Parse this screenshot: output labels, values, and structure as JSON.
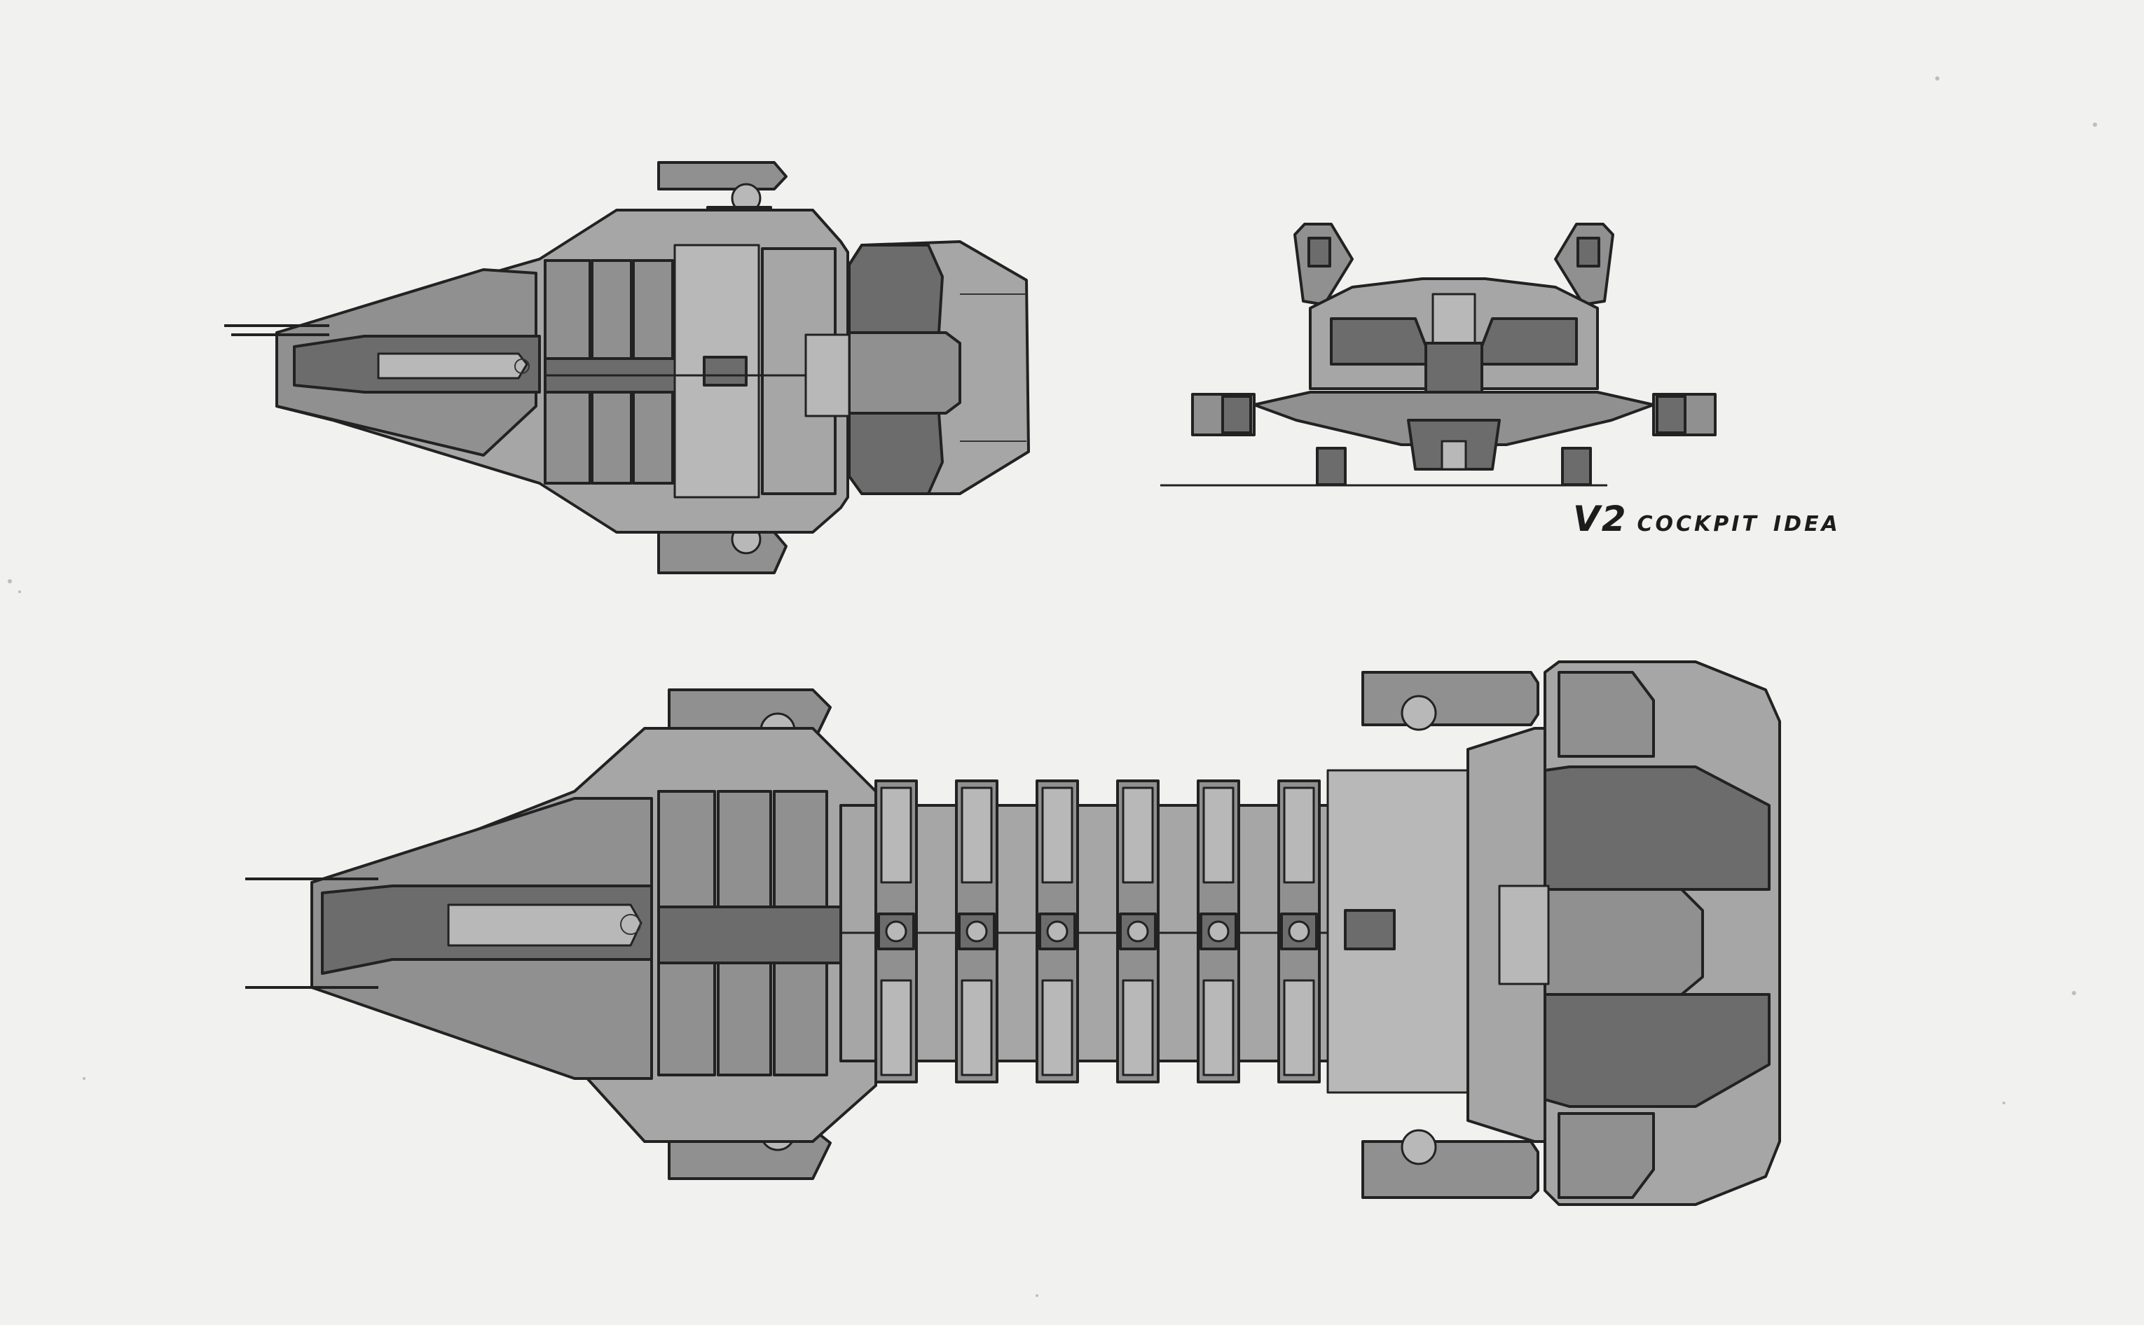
{
  "caption": {
    "version": "V2",
    "word1": "COCKPIT",
    "word2": "IDEA"
  },
  "colors": {
    "paper": "#f1f1ef",
    "line": "#222222",
    "hull_light": "#a4a4a4",
    "hull_mid": "#8e8e8e",
    "hull_dark": "#6a6a6a"
  },
  "views": {
    "top_view_short": "top-view",
    "front_view": "front-view",
    "top_view_long": "top-view-extended"
  },
  "cargo_modules_count": 6
}
